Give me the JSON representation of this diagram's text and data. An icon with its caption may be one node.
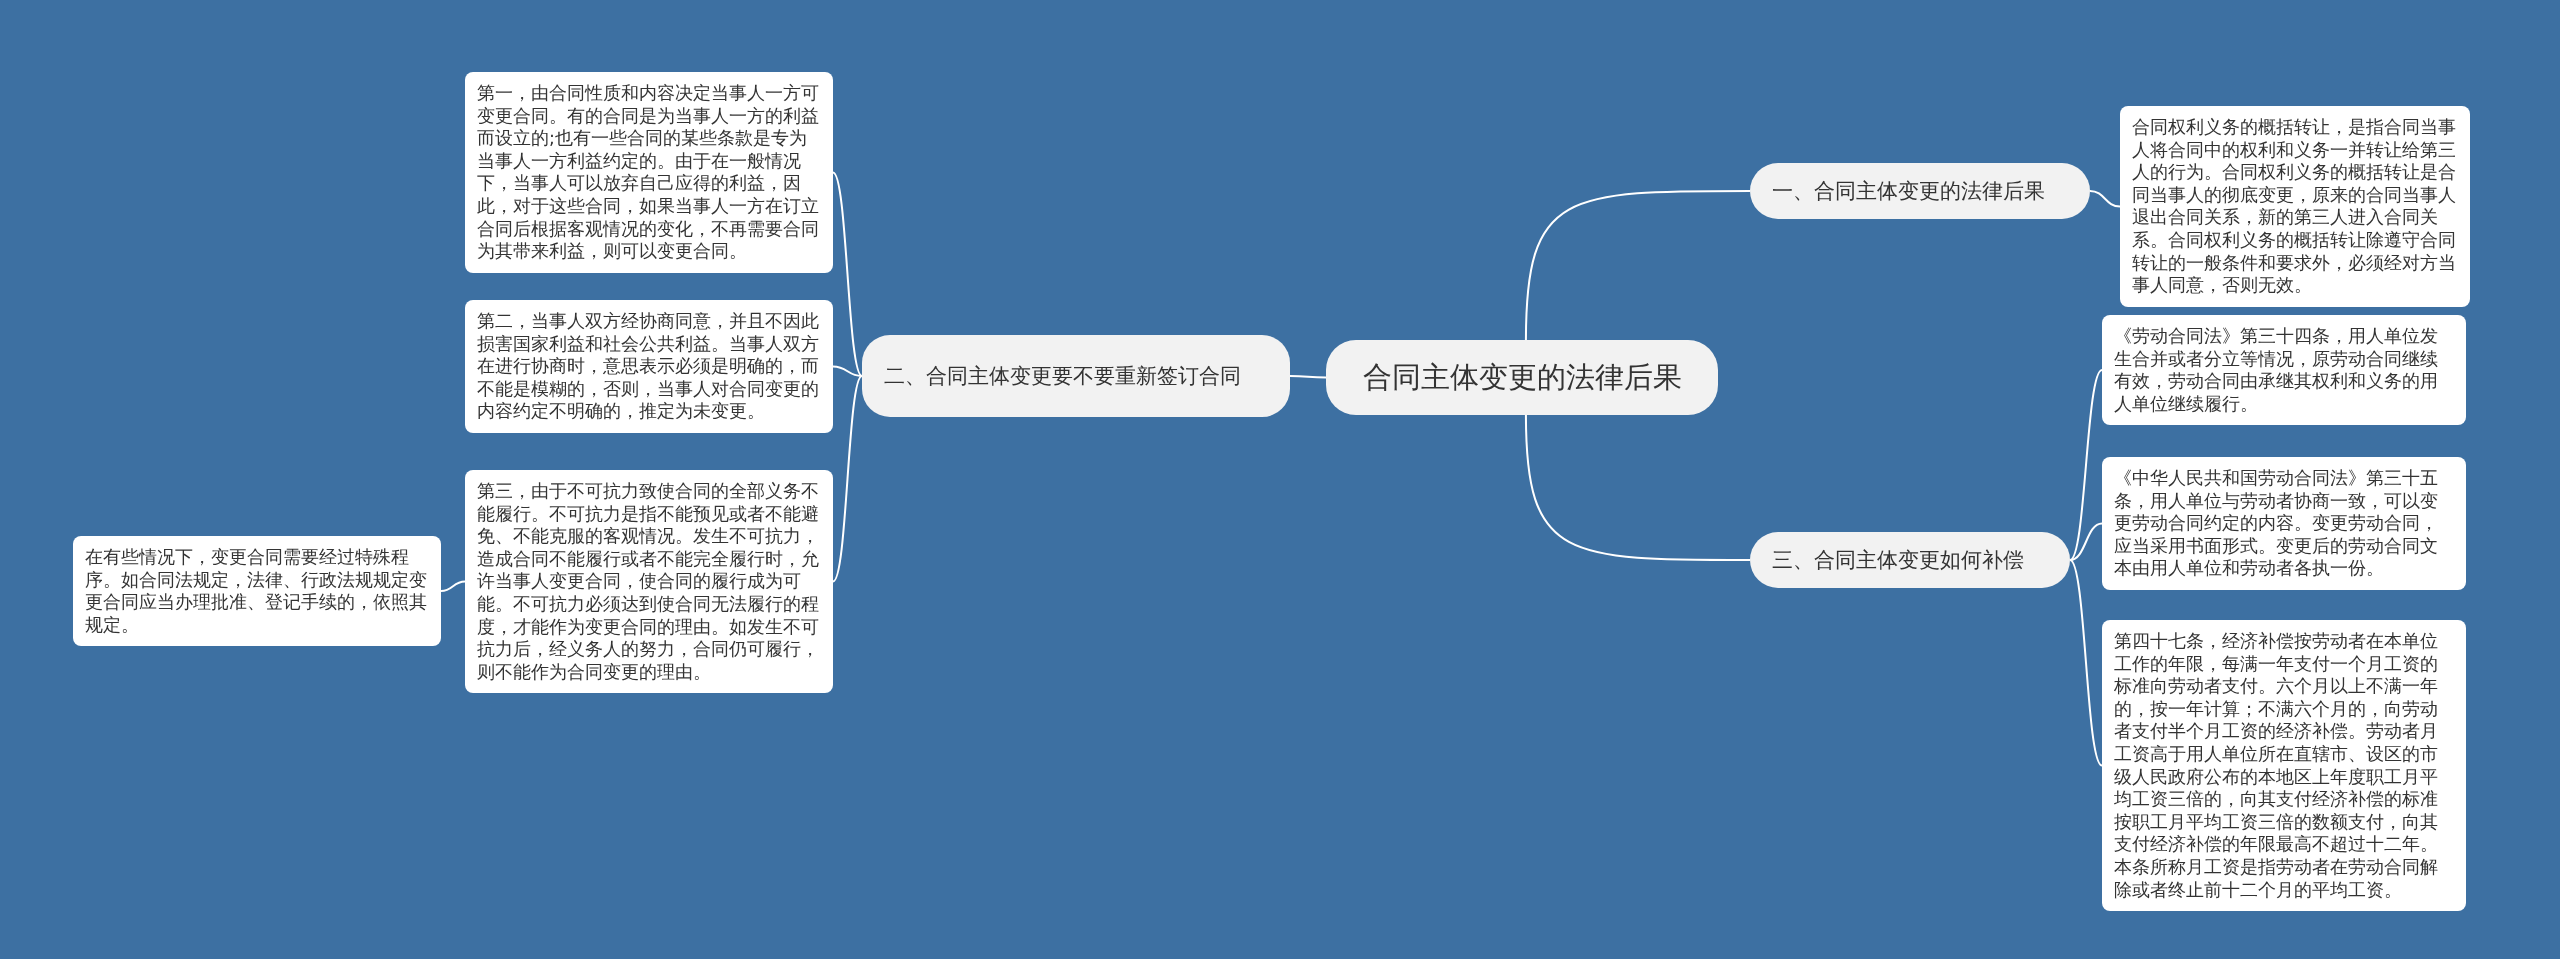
{
  "diagram": {
    "nodes": [
      {
        "text": [
          "合同主体变更的法律后果"
        ]
      },
      {
        "text": [
          "一、合同主体变更的法律后果"
        ]
      },
      {
        "text": [
          "合同权利义务的概括转让，是指合同当事人将合同中的权利和义务一并转让给第三人的行为。合同权利义务的概括转让是合同当事人的彻底变更，原来的合同当事人退出合同关系，新的第三人进入合同关系。合同权利义务的概括转让除遵守合同转让的一般条件和要求外，必须经对方当事人同意，否则无效。"
        ]
      },
      {
        "text": [
          "三、合同主体变更如何补偿"
        ]
      },
      {
        "text": [
          "《劳动合同法》第三十四条，用人单位发生合并或者分立等情况，原劳动合同继续有效，劳动合同由承继其权利和义务的用人单位继续履行。"
        ]
      },
      {
        "text": [
          "《中华人民共和国劳动合同法》第三十五条，用人单位与劳动者协商一致，可以变更劳动合同约定的内容。变更劳动合同，应当采用书面形式。变更后的劳动合同文本由用人单位和劳动者各执一份。"
        ]
      },
      {
        "text": [
          "第四十七条，经济补偿按劳动者在本单位工作的年限，每满一年支付一个月工资的标准向劳动者支付。六个月以上不满一年的，按一年计算；不满六个月的，向劳动者支付半个月工资的经济补偿。劳动者月工资高于用人单位所在直辖市、设区的市级人民政府公布的本地区上年度职工月平均工资三倍的，向其支付经济补偿的标准按职工月平均工资三倍的数额支付，向其支付经济补偿的年限最高不超过十二年。本条所称月工资是指劳动者在劳动合同解除或者终止前十二个月的平均工资。"
        ]
      },
      {
        "text": [
          "二、合同主体变更要不要重新签订合同"
        ]
      },
      {
        "text": [
          "第一，由合同性质和内容决定当事人一方可变更合同。有的合同是为当事人一方的利益而设立的;也有一些合同的某些条款是专为当事人一方利益约定的。由于在一般情况下，当事人可以放弃自己应得的利益，因此，对于这些合同，如果当事人一方在订立合同后根据客观情况的变化，不再需要合同为其带来利益，则可以变更合同。"
        ]
      },
      {
        "text": [
          "第二，当事人双方经协商同意，并且不因此损害国家利益和社会公共利益。当事人双方在进行协商时，意思表示必须是明确的，而不能是模糊的，否则，当事人对合同变更的内容约定不明确的，推定为未变更。"
        ]
      },
      {
        "text": [
          "第三，由于不可抗力致使合同的全部义务不能履行。不可抗力是指不能预见或者不能避免、不能克服的客观情况。发生不可抗力，造成合同不能履行或者不能完全履行时，允许当事人变更合同，使合同的履行成为可能。不可抗力必须达到使合同无法履行的程度，才能作为变更合同的理由。如发生不可抗力后，经义务人的努力，合同仍可履行，则不能作为合同变更的理由。"
        ]
      },
      {
        "text": [
          "在有些情况下，变更合同需要经过特殊程序。如合同法规定，法律、行政法规规定变更合同应当办理批准、登记手续的，依照其规定。"
        ]
      }
    ],
    "edges": [
      {
        "from": 0,
        "to": 1,
        "arrow": "none"
      },
      {
        "from": 1,
        "to": 2,
        "arrow": "none"
      },
      {
        "from": 0,
        "to": 3,
        "arrow": "none"
      },
      {
        "from": 3,
        "to": 4,
        "arrow": "none"
      },
      {
        "from": 3,
        "to": 5,
        "arrow": "none"
      },
      {
        "from": 3,
        "to": 6,
        "arrow": "none"
      },
      {
        "from": 0,
        "to": 7,
        "arrow": "none"
      },
      {
        "from": 7,
        "to": 8,
        "arrow": "none"
      },
      {
        "from": 7,
        "to": 9,
        "arrow": "none"
      },
      {
        "from": 7,
        "to": 10,
        "arrow": "none"
      },
      {
        "from": 10,
        "to": 11,
        "arrow": "none"
      }
    ]
  }
}
